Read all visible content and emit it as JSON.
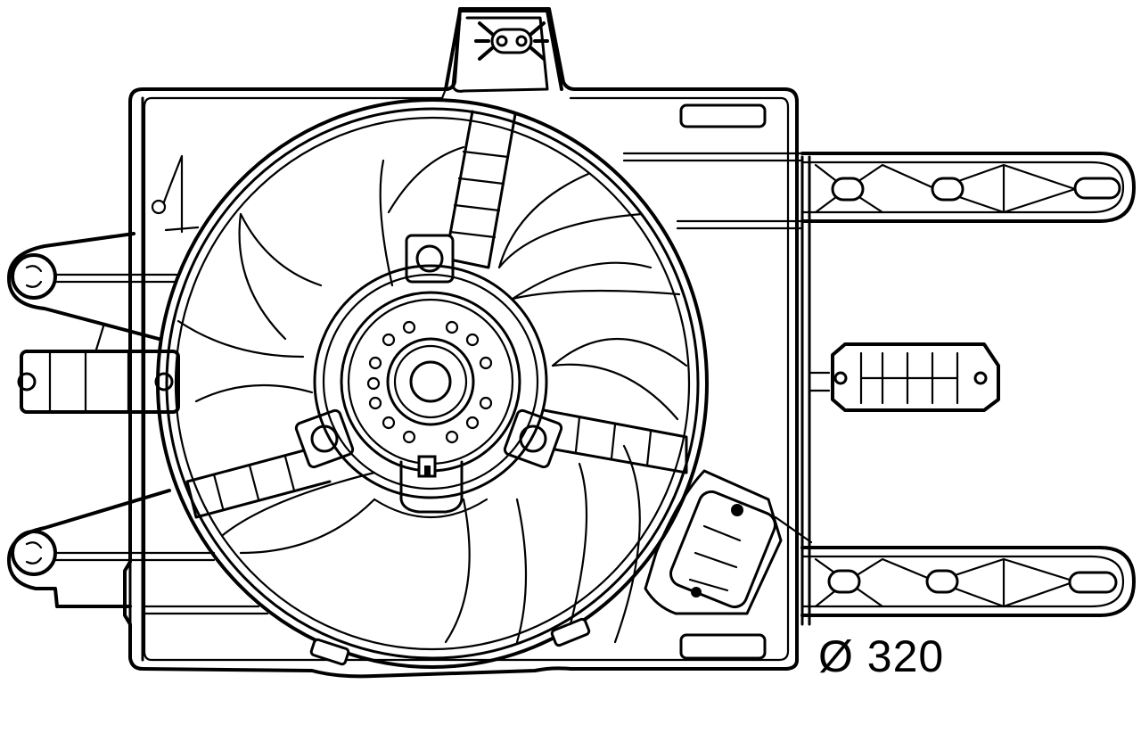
{
  "diagram": {
    "subject": "radiator cooling fan assembly with shroud",
    "line_color": "#000000",
    "background": "#ffffff",
    "dimension_label": "Ø 320",
    "fan": {
      "blade_count": 7,
      "motor_hub_bolt_holes": 14,
      "motor_mount_arms": 3
    },
    "parts": [
      "fan-shroud",
      "fan-ring",
      "fan-blades",
      "motor-hub",
      "motor-mount-arms",
      "electrical-connector-top",
      "resistor-module",
      "mounting-bracket-upper-right",
      "mounting-bracket-middle-right",
      "mounting-bracket-lower-right",
      "mounting-lug-upper-left",
      "mounting-lug-middle-left",
      "mounting-lug-lower-left"
    ]
  }
}
